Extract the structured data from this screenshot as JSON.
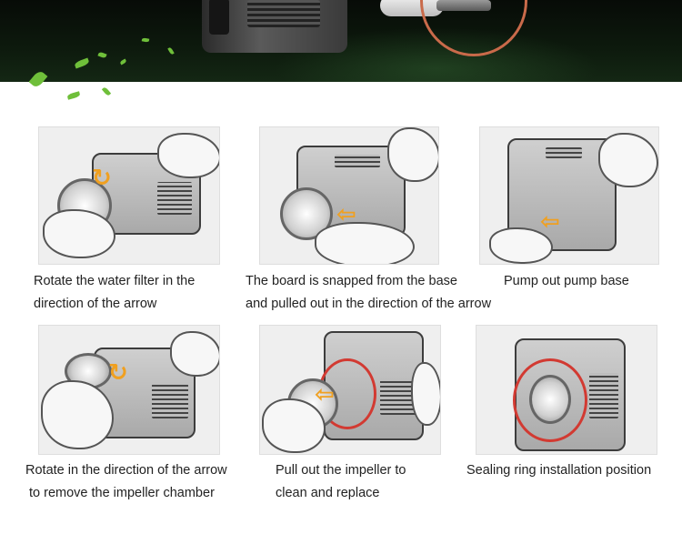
{
  "steps": [
    {
      "caption_line1": "Rotate the water filter in the",
      "caption_line2": "direction of the arrow"
    },
    {
      "caption_line1": "The board is snapped from the base",
      "caption_line2": "and pulled out in the direction of the arrow"
    },
    {
      "caption_line1": "Pump out pump base",
      "caption_line2": ""
    },
    {
      "caption_line1": "Rotate in the direction of the arrow",
      "caption_line2": "to remove the impeller chamber"
    },
    {
      "caption_line1": "Pull out the impeller to",
      "caption_line2": "clean and replace"
    },
    {
      "caption_line1": "Sealing ring installation position",
      "caption_line2": ""
    }
  ],
  "colors": {
    "arrow": "#f0a020",
    "seal_ring": "#d23a32",
    "leaf": "#6fbf3a",
    "banner": "#0d1a0d"
  },
  "icons": [
    "rotate-arrow-icon",
    "pull-arrow-icon",
    "leaf-icon"
  ]
}
